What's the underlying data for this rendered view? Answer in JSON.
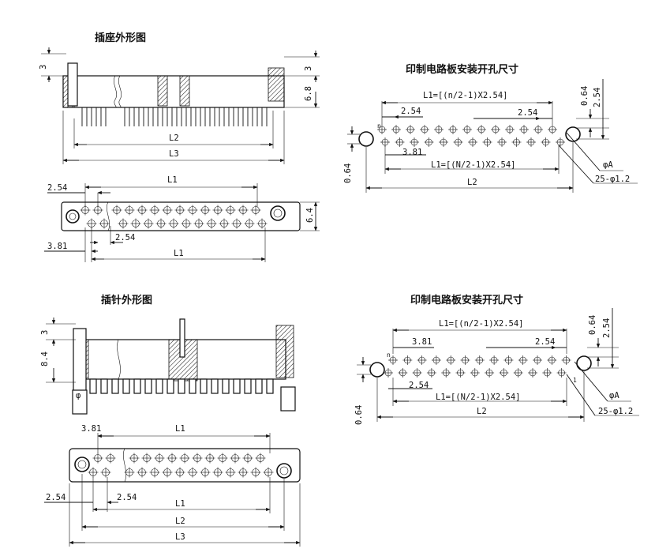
{
  "socket": {
    "title": "插座外形图",
    "side": {
      "h_top": "3",
      "h_right_top": "3",
      "h_right": "6.8",
      "l2": "L2",
      "l3": "L3"
    },
    "top": {
      "p_top": "2.54",
      "l1_top": "L1",
      "w_right": "6.4",
      "p_bot": "2.54",
      "p_row": "3.81",
      "l1_bot": "L1"
    }
  },
  "plug": {
    "title": "插针外形图",
    "side": {
      "h_top": "3",
      "h_left": "8.4"
    },
    "top": {
      "p_row": "3.81",
      "l1_top": "L1",
      "p_left": "2.54",
      "p_mid": "2.54",
      "l1_bot": "L1",
      "l2": "L2",
      "l3": "L3"
    }
  },
  "pcb_a": {
    "title": "印制电路板安装开孔尺寸",
    "l1_top": "L1=[(n/2-1)X2.54]",
    "p_left": "2.54",
    "p_right": "2.54",
    "p_row": "3.81",
    "l1_bot": "L1=[(N/2-1)X2.54]",
    "l2": "L2",
    "v_left": "0.64",
    "v_right1": "0.64",
    "v_right2": "2.54",
    "phi_a": "φA",
    "holes": "25-φ1.2",
    "pin_n": "n"
  },
  "pcb_b": {
    "title": "印制电路板安装开孔尺寸",
    "l1_top": "L1=[(n/2-1)X2.54]",
    "p_left": "3.81",
    "p_right": "2.54",
    "p_row": "2.54",
    "l1_bot": "L1=[(N/2-1)X2.54]",
    "l2": "L2",
    "v_left": "0.64",
    "v_right1": "0.64",
    "v_right2": "2.54",
    "phi_a": "φA",
    "holes": "25-φ1.2",
    "pin_n": "n",
    "pin_1": "1"
  }
}
